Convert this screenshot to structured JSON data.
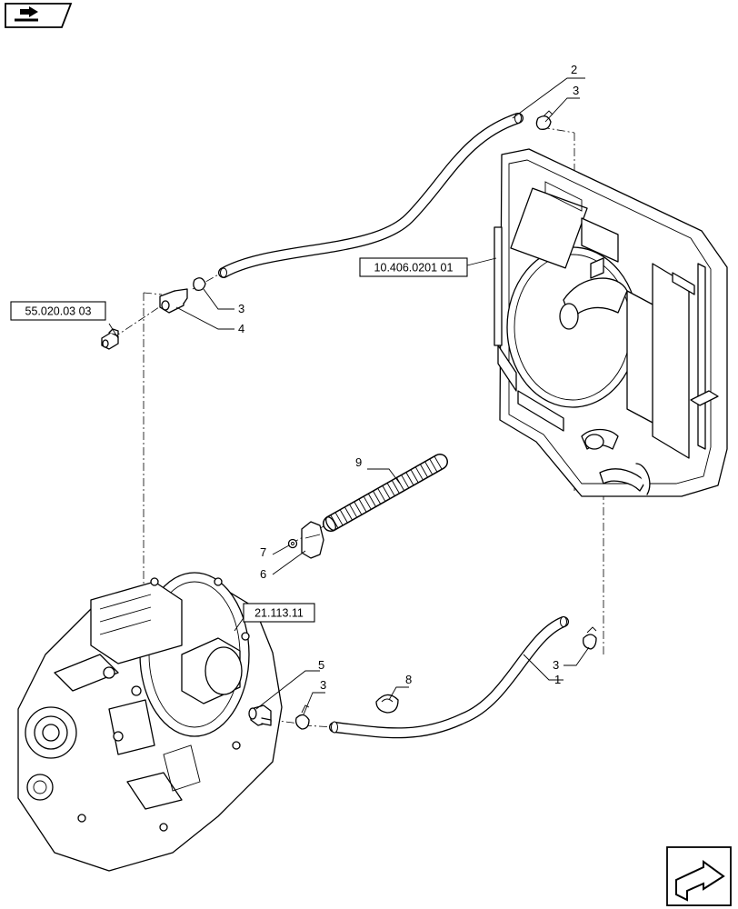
{
  "icons": {
    "top_left": "book-arrow-icon",
    "bottom_right": "next-page-arrow-icon"
  },
  "callouts": [
    {
      "id": "c-2-top",
      "label": "2"
    },
    {
      "id": "c-3-top",
      "label": "3"
    },
    {
      "id": "c-3-mid",
      "label": "3"
    },
    {
      "id": "c-4",
      "label": "4"
    },
    {
      "id": "c-9",
      "label": "9"
    },
    {
      "id": "c-7",
      "label": "7"
    },
    {
      "id": "c-6",
      "label": "6"
    },
    {
      "id": "c-5",
      "label": "5"
    },
    {
      "id": "c-3-low",
      "label": "3"
    },
    {
      "id": "c-8",
      "label": "8"
    },
    {
      "id": "c-3-right",
      "label": "3"
    },
    {
      "id": "c-1",
      "label": "1"
    }
  ],
  "references": [
    {
      "id": "ref-radiator",
      "label": "10.406.0201 01"
    },
    {
      "id": "ref-sensor",
      "label": "55.020.03 03"
    },
    {
      "id": "ref-transmission",
      "label": "21.113.11"
    }
  ]
}
